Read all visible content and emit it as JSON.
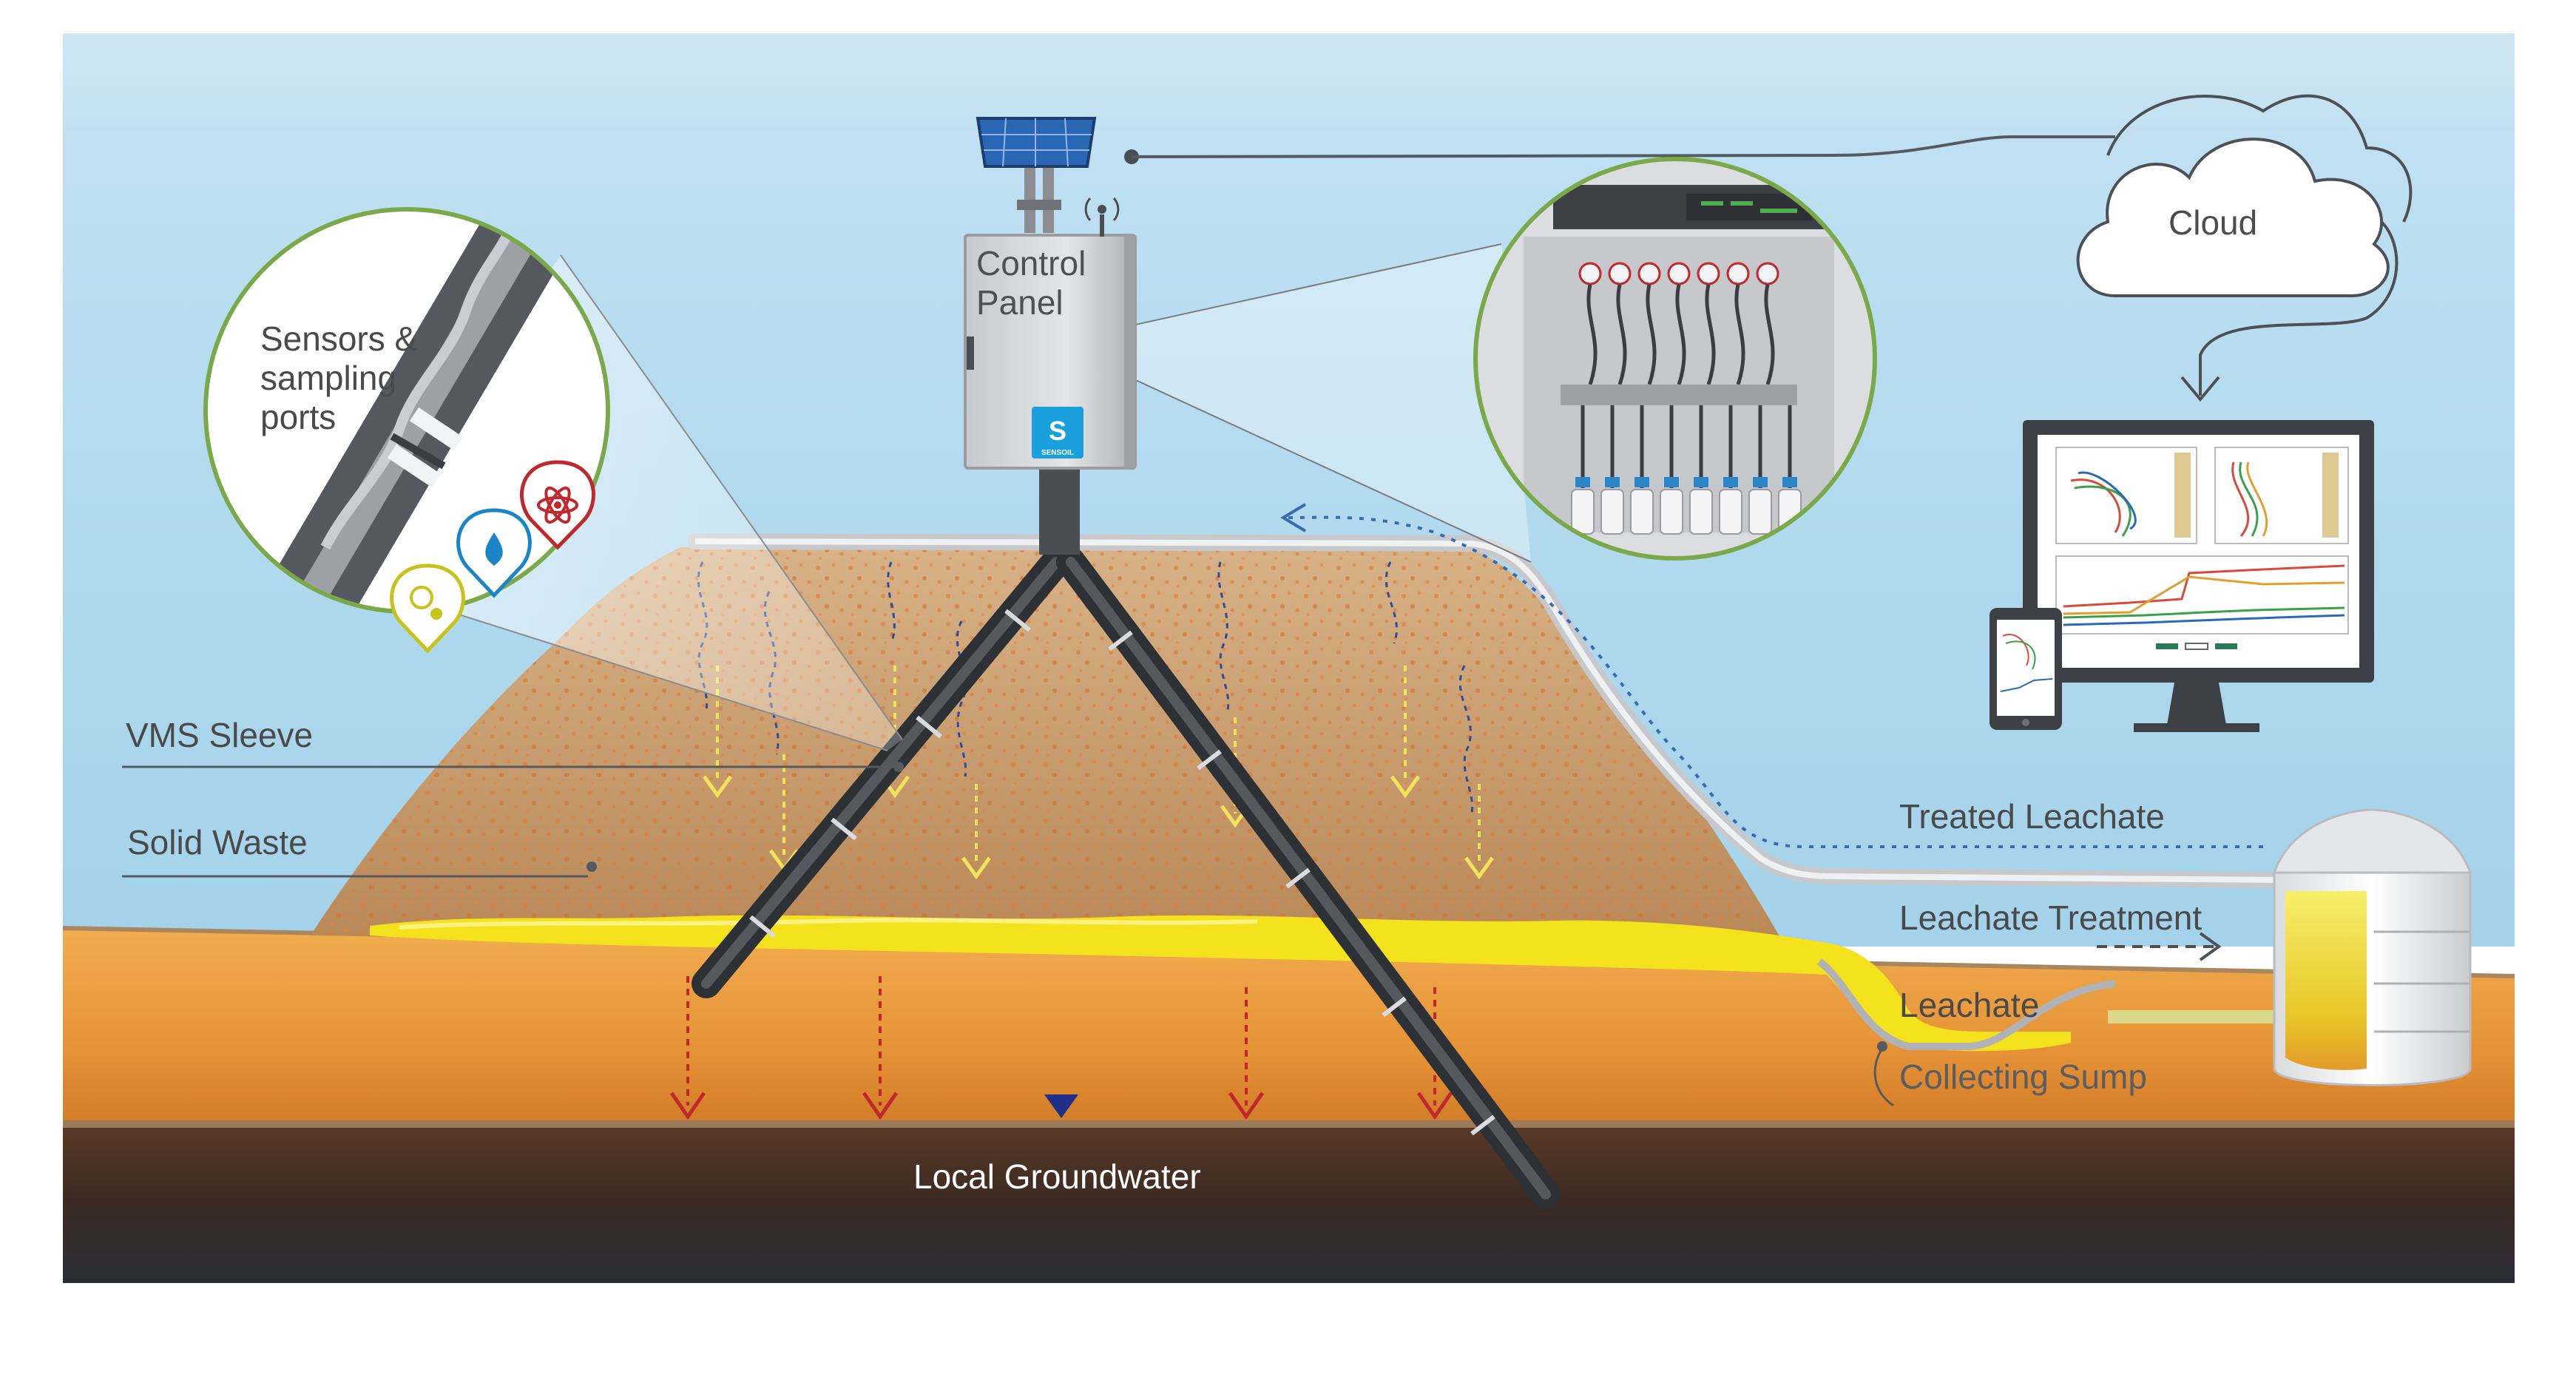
{
  "labels": {
    "sensors": [
      "Sensors &",
      "sampling",
      "ports"
    ],
    "control_panel": [
      "Control",
      "Panel"
    ],
    "cloud": "Cloud",
    "vms_sleeve": "VMS Sleeve",
    "solid_waste": "Solid Waste",
    "treated_leachate": "Treated Leachate",
    "leachate_treatment": "Leachate Treatment",
    "leachate": "Leachate",
    "collecting_sump": "Collecting Sump",
    "local_groundwater": "Local Groundwater"
  },
  "logo_text": "SENSOIL",
  "colors": {
    "sky_top": "#dcecf6",
    "sky": "#a9d4ec",
    "waste": "#c9a073",
    "waste_dark": "#b98a5a",
    "dots": "#e07a3a",
    "leachate": "#f3e21c",
    "subsoil": "#e69b3c",
    "subsoil_dark": "#cf7e26",
    "groundwater": "#3b2f28",
    "pipe": "#4a4d52",
    "accent_green": "#7aa94a",
    "red_arrow": "#c0282d",
    "yellow_arrow": "#f0e35a",
    "blue_trickle": "#2f4b9a",
    "brand_blue": "#1aa0dc"
  }
}
